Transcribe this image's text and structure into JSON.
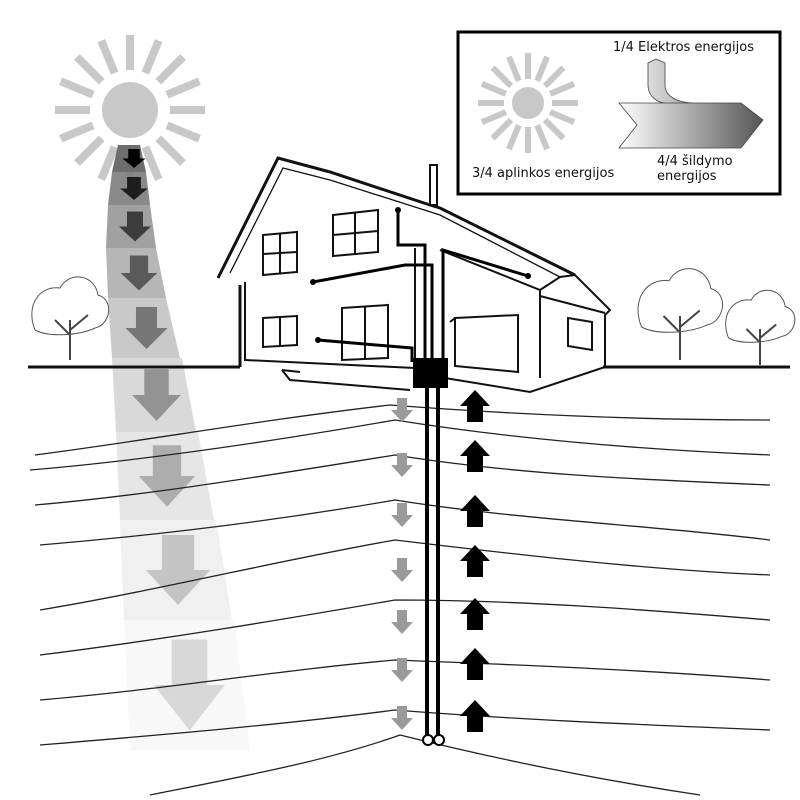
{
  "legend": {
    "electric_label": "1/4 Elektros energijos",
    "ambient_label": "3/4 aplinkos energijos",
    "heating_label_line1": "4/4 šildymo",
    "heating_label_line2": "energijos"
  },
  "colors": {
    "sun": "#c8c8c8",
    "ground_arrow": "#9a9a9a",
    "heat_arrow": "#000000",
    "line": "#111111"
  },
  "icons": [
    "sun-icon",
    "house-icon",
    "tree-icon",
    "arrow-down-icon",
    "arrow-up-icon",
    "heat-pump-icon"
  ]
}
